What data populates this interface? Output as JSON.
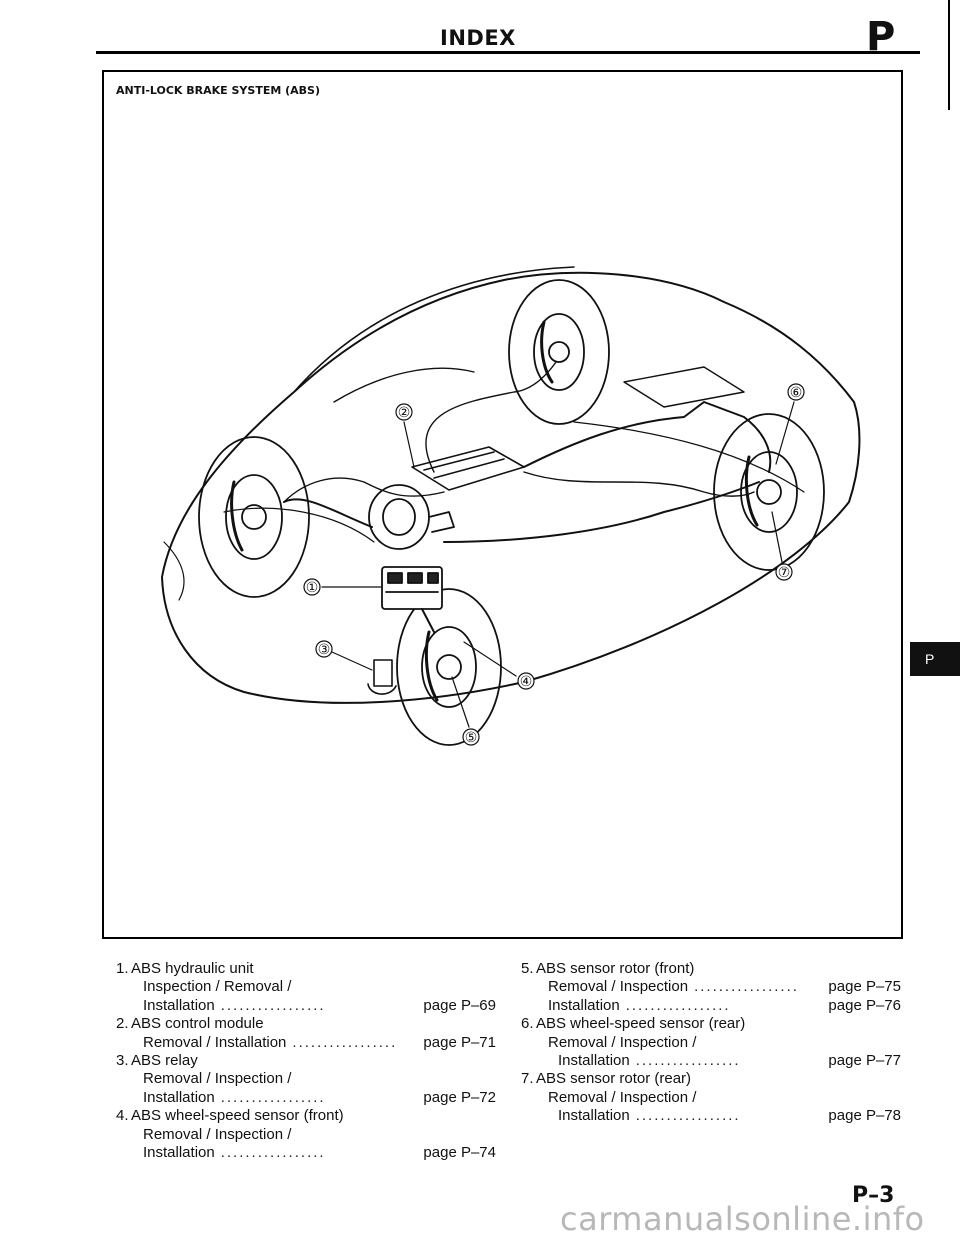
{
  "header": {
    "title": "INDEX",
    "section_letter": "P"
  },
  "figure": {
    "caption": "ANTI-LOCK BRAKE SYSTEM (ABS)",
    "callouts": [
      "①",
      "②",
      "③",
      "④",
      "⑤",
      "⑥",
      "⑦"
    ]
  },
  "components": [
    {
      "number": "1.",
      "name": "ABS hydraulic unit",
      "entries": [
        {
          "label": "Inspection / Removal /",
          "page": ""
        },
        {
          "label": "Installation",
          "page": "page P–69"
        }
      ]
    },
    {
      "number": "2.",
      "name": "ABS control module",
      "entries": [
        {
          "label": "Removal / Installation",
          "page": "page P–71"
        }
      ]
    },
    {
      "number": "3.",
      "name": "ABS relay",
      "entries": [
        {
          "label": "Removal / Inspection /",
          "page": ""
        },
        {
          "label": "Installation",
          "page": "page P–72"
        }
      ]
    },
    {
      "number": "4.",
      "name": "ABS wheel-speed sensor (front)",
      "entries": [
        {
          "label": "Removal / Inspection /",
          "page": ""
        },
        {
          "label": "Installation",
          "page": "page P–74"
        }
      ]
    },
    {
      "number": "5.",
      "name": "ABS sensor rotor (front)",
      "entries": [
        {
          "label": "Removal / Inspection",
          "page": "page P–75"
        },
        {
          "label": "Installation",
          "page": "page P–76"
        }
      ]
    },
    {
      "number": "6.",
      "name": "ABS wheel-speed sensor (rear)",
      "entries": [
        {
          "label": "Removal / Inspection /",
          "page": ""
        },
        {
          "label": "Installation",
          "page": "page P–77"
        }
      ]
    },
    {
      "number": "7.",
      "name": "ABS sensor rotor (rear)",
      "entries": [
        {
          "label": "Removal / Inspection /",
          "page": ""
        },
        {
          "label": "Installation",
          "page": "page P–78"
        }
      ]
    }
  ],
  "dot_leader": ".................",
  "tab": {
    "label": "P"
  },
  "footer": {
    "page_number": "P–3",
    "watermark": "carmanualsonline.info"
  }
}
